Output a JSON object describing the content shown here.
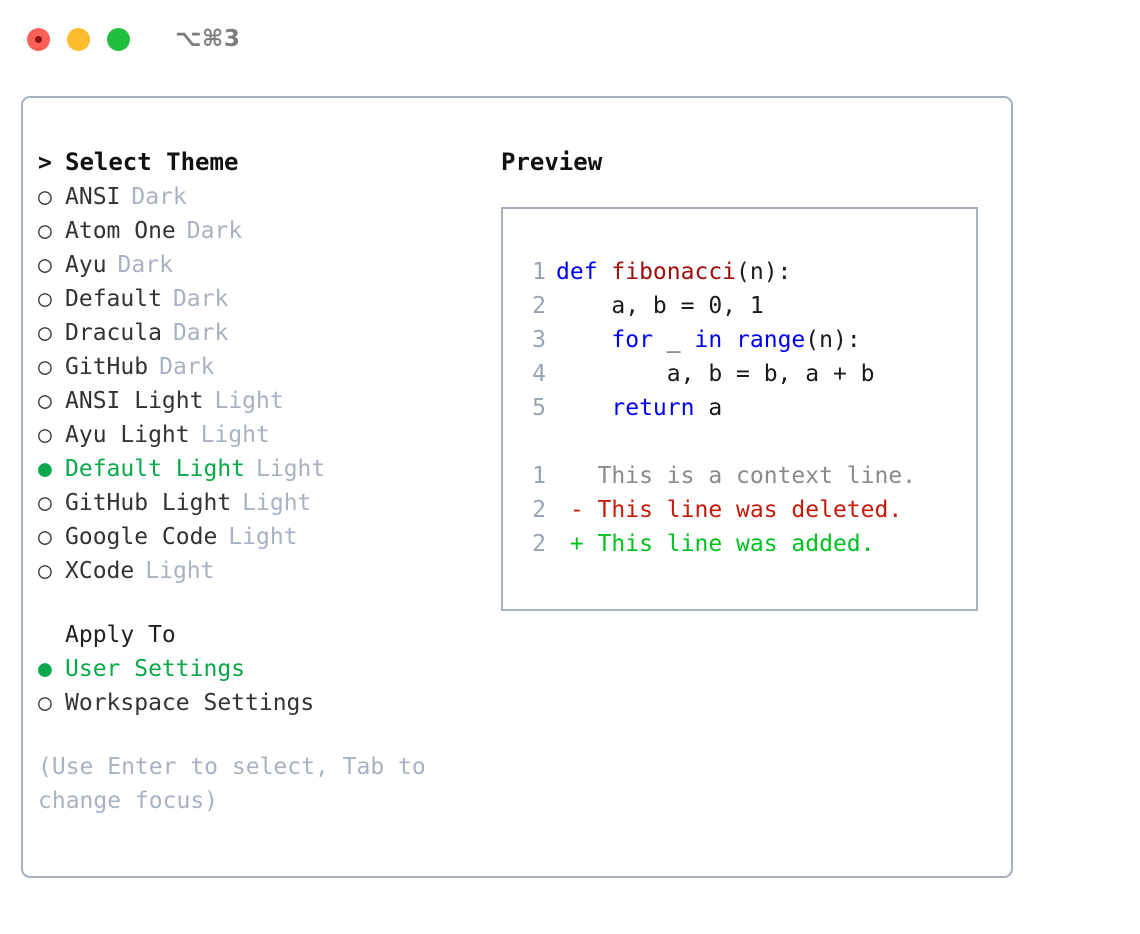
{
  "window": {
    "shortcut": "⌥⌘3",
    "traffic_lights": [
      {
        "name": "close",
        "color": "#fc6058"
      },
      {
        "name": "minimize",
        "color": "#fdbc2e"
      },
      {
        "name": "maximize",
        "color": "#22bf3f"
      }
    ]
  },
  "colors": {
    "selection_green": "#0aa84a",
    "added_green": "#00c21f",
    "deleted_red": "#c41a09",
    "keyword_blue": "#0000ee",
    "function_red": "#a00d0d",
    "muted_gray": "#a9b2c2",
    "border": "#a6b0bf"
  },
  "theme_list": {
    "header_marker": ">",
    "header": "Select Theme",
    "items": [
      {
        "marker": "○",
        "name": "ANSI",
        "meta": "Dark",
        "selected": false
      },
      {
        "marker": "○",
        "name": "Atom One",
        "meta": "Dark",
        "selected": false
      },
      {
        "marker": "○",
        "name": "Ayu",
        "meta": "Dark",
        "selected": false
      },
      {
        "marker": "○",
        "name": "Default",
        "meta": "Dark",
        "selected": false
      },
      {
        "marker": "○",
        "name": "Dracula",
        "meta": "Dark",
        "selected": false
      },
      {
        "marker": "○",
        "name": "GitHub",
        "meta": "Dark",
        "selected": false
      },
      {
        "marker": "○",
        "name": "ANSI Light",
        "meta": "Light",
        "selected": false
      },
      {
        "marker": "○",
        "name": "Ayu Light",
        "meta": "Light",
        "selected": false
      },
      {
        "marker": "●",
        "name": "Default Light",
        "meta": "Light",
        "selected": true
      },
      {
        "marker": "○",
        "name": "GitHub Light",
        "meta": "Light",
        "selected": false
      },
      {
        "marker": "○",
        "name": "Google Code",
        "meta": "Light",
        "selected": false
      },
      {
        "marker": "○",
        "name": "XCode",
        "meta": "Light",
        "selected": false
      }
    ]
  },
  "apply_to": {
    "header": "Apply To",
    "items": [
      {
        "marker": "●",
        "name": "User Settings",
        "selected": true
      },
      {
        "marker": "○",
        "name": "Workspace Settings",
        "selected": false
      }
    ]
  },
  "hint": "(Use Enter to select, Tab to change focus)",
  "preview": {
    "title": "Preview",
    "code_lines": [
      {
        "num": "1",
        "parts": [
          {
            "t": "def ",
            "c": "kw"
          },
          {
            "t": "fibonacci",
            "c": "fn"
          },
          {
            "t": "(n):",
            "c": "plain"
          }
        ]
      },
      {
        "num": "2",
        "parts": [
          {
            "t": "    a, b = 0, 1",
            "c": "plain"
          }
        ]
      },
      {
        "num": "3",
        "parts": [
          {
            "t": "    ",
            "c": "plain"
          },
          {
            "t": "for",
            "c": "kw"
          },
          {
            "t": " _ ",
            "c": "plain"
          },
          {
            "t": "in",
            "c": "kw"
          },
          {
            "t": " ",
            "c": "plain"
          },
          {
            "t": "range",
            "c": "kw"
          },
          {
            "t": "(n):",
            "c": "plain"
          }
        ]
      },
      {
        "num": "4",
        "parts": [
          {
            "t": "        a, b = b, a + b",
            "c": "plain"
          }
        ]
      },
      {
        "num": "5",
        "parts": [
          {
            "t": "    ",
            "c": "plain"
          },
          {
            "t": "return",
            "c": "kw"
          },
          {
            "t": " a",
            "c": "plain"
          }
        ]
      }
    ],
    "diff_lines": [
      {
        "num": "1",
        "parts": [
          {
            "t": "   This is a context line.",
            "c": "ctx"
          }
        ]
      },
      {
        "num": "2",
        "parts": [
          {
            "t": " - This line was deleted.",
            "c": "del"
          }
        ]
      },
      {
        "num": "2",
        "parts": [
          {
            "t": " + This line was added.",
            "c": "add"
          }
        ]
      }
    ]
  }
}
